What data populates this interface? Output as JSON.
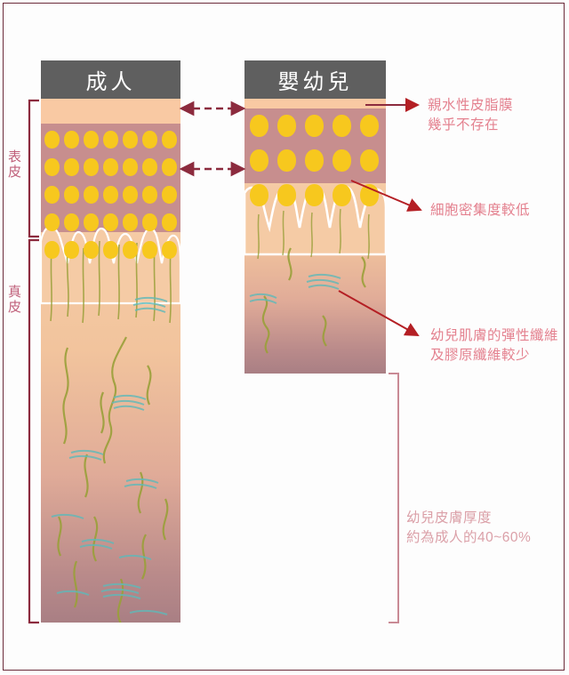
{
  "figure": {
    "title_alt": "Adult vs infant skin structure comparison"
  },
  "panels": [
    {
      "id": "adult",
      "header": "成人",
      "cell_columns": 7,
      "cell_rows": 5
    },
    {
      "id": "infant",
      "header": "嬰幼兒",
      "cell_columns": 5,
      "cell_rows": 3
    }
  ],
  "side_labels": [
    {
      "id": "epidermis",
      "text": "表皮"
    },
    {
      "id": "dermis",
      "text": "真皮"
    }
  ],
  "annotations": [
    {
      "id": "sebum-film",
      "line1": "親水性皮脂膜",
      "line2": "幾乎不存在",
      "text": "親水性皮脂膜\n幾乎不存在"
    },
    {
      "id": "cell-density",
      "line1": "細胞密集度較低",
      "line2": "",
      "text": "細胞密集度較低"
    },
    {
      "id": "fibers",
      "line1": "幼兒肌膚的彈性纖維",
      "line2": "及膠原纖維較少",
      "text": "幼兒肌膚的彈性纖維\n及膠原纖維較少"
    },
    {
      "id": "thickness",
      "line1": "幼兒皮膚厚度",
      "line2": "約為成人的40~60%",
      "text": "幼兒皮膚厚度\n約為成人的40~60%"
    }
  ],
  "connectors": [
    {
      "id": "epidermis-top-compare",
      "style": "dashed-double-arrow"
    },
    {
      "id": "epidermis-bottom-compare",
      "style": "dashed-double-arrow"
    }
  ],
  "colors": {
    "header_bg": "#5f5f5f",
    "header_text": "#ffffff",
    "sebum": "#f9c9a3",
    "epidermis": "#c78e8e",
    "cell": "#f7c81e",
    "dermis_top": "#f5cba5",
    "dermis_bottom": "#a97f84",
    "bracket": "#8c2b3e",
    "annotation_text": "#e4818f",
    "side_label_text": "#c0607a",
    "arrow_red": "#b41f24",
    "dashed_arrow": "#8c2b3e",
    "collagen_fiber": "#9aa03a",
    "elastic_fiber": "#5fb9b9",
    "frame_border": "#6b2b3a"
  }
}
